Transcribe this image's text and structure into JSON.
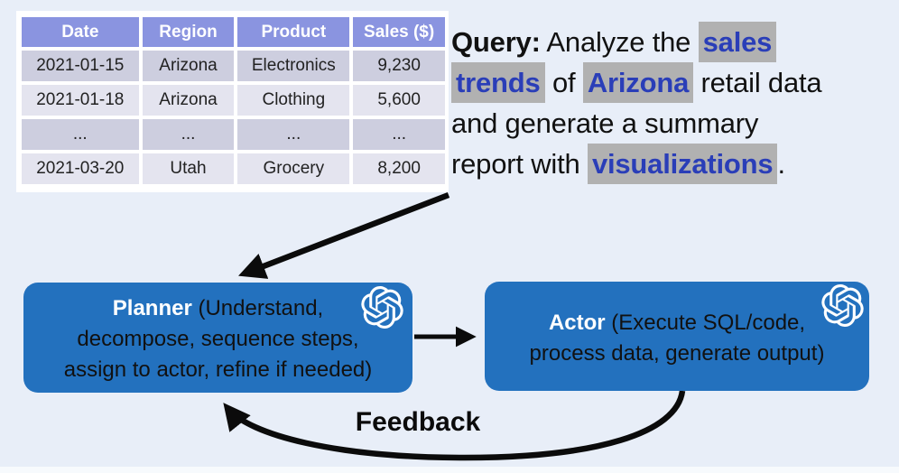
{
  "table": {
    "headers": [
      "Date",
      "Region",
      "Product",
      "Sales ($)"
    ],
    "rows": [
      [
        "2021-01-15",
        "Arizona",
        "Electronics",
        "9,230"
      ],
      [
        "2021-01-18",
        "Arizona",
        "Clothing",
        "5,600"
      ],
      [
        "...",
        "...",
        "...",
        "..."
      ],
      [
        "2021-03-20",
        "Utah",
        "Grocery",
        "8,200"
      ]
    ]
  },
  "query": {
    "lines": [
      [
        {
          "t": "Query:",
          "s": "label"
        },
        {
          "t": " Analyze the ",
          "s": "n"
        },
        {
          "t": "sales",
          "s": "hl"
        }
      ],
      [
        {
          "t": "trends",
          "s": "hl"
        },
        {
          "t": " of ",
          "s": "n"
        },
        {
          "t": "Arizona",
          "s": "hl"
        },
        {
          "t": " retail data",
          "s": "n"
        }
      ],
      [
        {
          "t": "and generate a summary",
          "s": "n"
        }
      ],
      [
        {
          "t": "report with ",
          "s": "n"
        },
        {
          "t": "visualizations",
          "s": "hl"
        },
        {
          "t": ".",
          "s": "n"
        }
      ]
    ]
  },
  "planner": {
    "lines": [
      [
        {
          "t": "Planner",
          "s": "b"
        },
        {
          "t": " (Understand,",
          "s": "n"
        }
      ],
      [
        {
          "t": "decompose, sequence steps,",
          "s": "n"
        }
      ],
      [
        {
          "t": "assign to actor, refine if needed)",
          "s": "n"
        }
      ]
    ]
  },
  "actor": {
    "lines": [
      [
        {
          "t": "Actor",
          "s": "b"
        },
        {
          "t": " (Execute SQL/code,",
          "s": "n"
        }
      ],
      [
        {
          "t": "process data, generate output)",
          "s": "n"
        }
      ]
    ]
  },
  "feedback_label": "Feedback",
  "icons": {
    "planner_badge": "openai-logo",
    "actor_badge": "openai-logo"
  },
  "colors": {
    "bg": "#E8EEF8",
    "box-blue": "#2371BE",
    "table-header": "#8A94E0",
    "row-dark": "#CDCEDF",
    "row-light": "#E4E4EF",
    "highlight": "#B1B1B1",
    "query-blue": "#2A3EB8"
  }
}
